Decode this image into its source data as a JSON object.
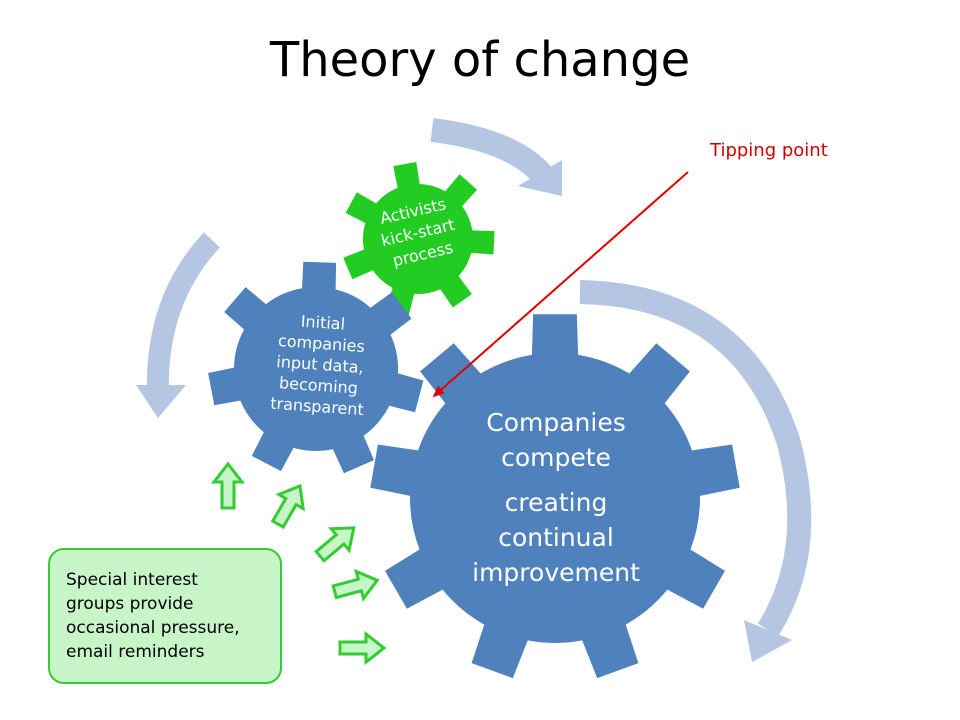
{
  "title": "Theory of change",
  "tipping_point_label": "Tipping point",
  "gears": {
    "activists": {
      "line1": "Activists",
      "line2": "kick-start",
      "line3": "process"
    },
    "initial": {
      "line1": "Initial",
      "line2": "companies",
      "line3": "input data,",
      "line4": "becoming",
      "line5": "transparent"
    },
    "main": {
      "line1": "Companies",
      "line2": "compete",
      "line3": "creating",
      "line4": "continual",
      "line5": "improvement"
    }
  },
  "special_interest_box": {
    "line1": "Special interest",
    "line2": "groups provide",
    "line3": "occasional pressure,",
    "line4": "email reminders"
  },
  "colors": {
    "gear_blue": "#4f81bd",
    "gear_green": "#22cc22",
    "cycle_arrow": "#b4c6e2",
    "tipping_red": "#e00000",
    "pressure_arrow_fill": "#c7f5c7",
    "pressure_arrow_stroke": "#33cc33"
  }
}
